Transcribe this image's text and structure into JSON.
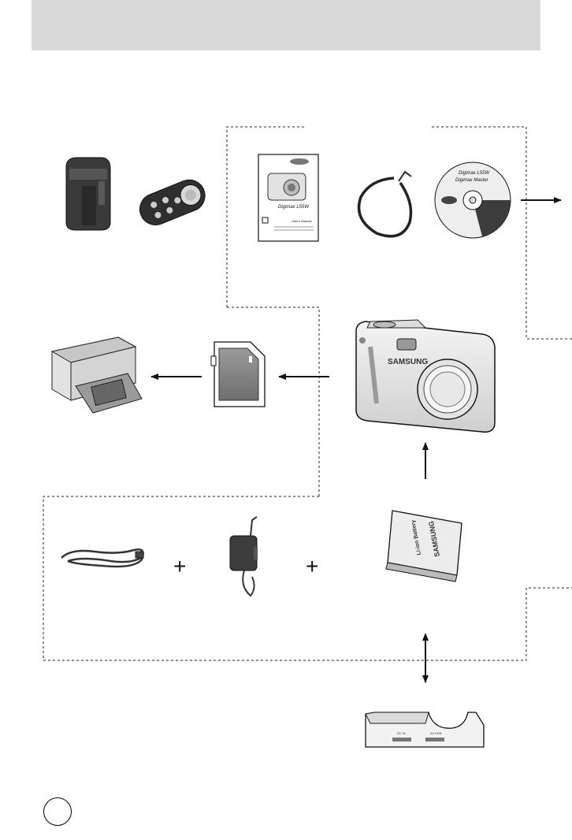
{
  "header": {
    "title": ""
  },
  "page": {
    "number": ""
  },
  "colors": {
    "header_bg": "#d9d9d9",
    "line": "#222222",
    "product_dark": "#3a3a3a",
    "product_light": "#e6e6e6"
  },
  "items": {
    "camera_case": {
      "icon": "camera-case-icon"
    },
    "remote_control": {
      "icon": "remote-control-icon"
    },
    "user_manual": {
      "icon": "user-manual-icon",
      "model": "Digimax L55W",
      "subtitle": "User's Manual"
    },
    "strap": {
      "icon": "camera-strap-icon"
    },
    "software_cd": {
      "icon": "software-cd-icon",
      "line1": "Digimax L55W",
      "line2": "Digimax Master"
    },
    "printer": {
      "icon": "printer-icon"
    },
    "sd_card": {
      "icon": "sd-memory-card-icon"
    },
    "camera": {
      "icon": "camera-icon",
      "brand": "SAMSUNG"
    },
    "power_cord": {
      "icon": "ac-power-cord-icon"
    },
    "ac_adapter": {
      "icon": "ac-adapter-icon"
    },
    "battery": {
      "icon": "battery-icon",
      "brand": "SAMSUNG",
      "label": "Li-ion Battery"
    },
    "cradle": {
      "icon": "cradle-icon",
      "port1": "DC IN",
      "port2": "AV USB"
    }
  },
  "symbols": {
    "plus": "+"
  }
}
